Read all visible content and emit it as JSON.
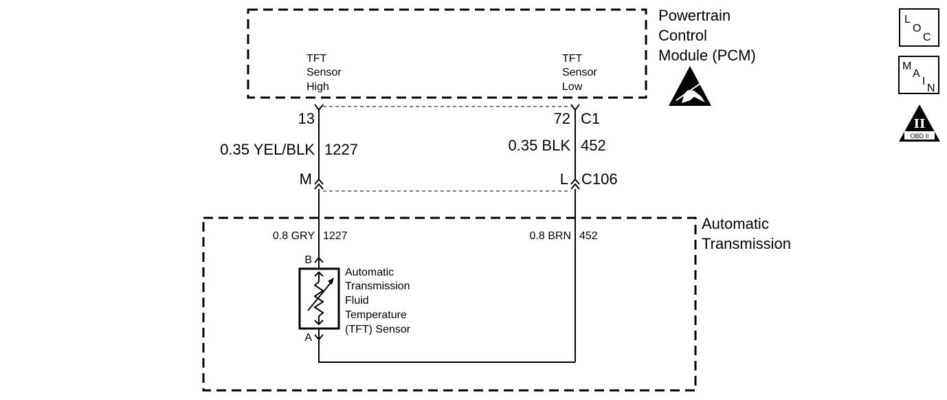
{
  "pcm": {
    "title_lines": [
      "Powertrain",
      "Control",
      "Module (PCM)"
    ],
    "pin_high_lines": [
      "TFT",
      "Sensor",
      "High"
    ],
    "pin_low_lines": [
      "TFT",
      "Sensor",
      "Low"
    ]
  },
  "connectors": {
    "c1": {
      "pin_high": "13",
      "pin_low": "72",
      "name": "C1"
    },
    "c106": {
      "pin_high": "M",
      "pin_low": "L",
      "name": "C106"
    }
  },
  "wires": {
    "high_upper": {
      "size_color": "0.35 YEL/BLK",
      "circuit": "1227"
    },
    "low_upper": {
      "size_color": "0.35 BLK",
      "circuit": "452"
    },
    "high_lower": {
      "size_color": "0.8 GRY",
      "circuit": "1227"
    },
    "low_lower": {
      "size_color": "0.8 BRN",
      "circuit": "452"
    }
  },
  "transmission": {
    "title_lines": [
      "Automatic",
      "Transmission"
    ]
  },
  "sensor": {
    "pin_top": "B",
    "pin_bottom": "A",
    "label_lines": [
      "Automatic",
      "Transmission",
      "Fluid",
      "Temperature",
      "(TFT) Sensor"
    ]
  },
  "badges": {
    "loc": {
      "l": "L",
      "o": "O",
      "c": "C"
    },
    "main": {
      "m": "M",
      "a": "A",
      "i": "I",
      "n": "N"
    },
    "obd": {
      "symbol": "II",
      "text": "OBD II"
    }
  },
  "icons": {
    "esd_warning": "esd-warning-icon",
    "thermistor": "variable-resistor-icon"
  }
}
